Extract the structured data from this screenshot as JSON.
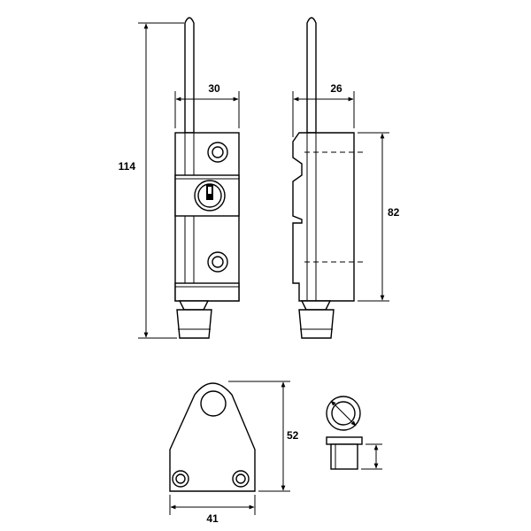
{
  "drawing": {
    "dimensions": {
      "front_width": "30",
      "side_width": "26",
      "overall_height": "114",
      "side_height": "82",
      "plate_height": "52",
      "plate_width": "41"
    }
  }
}
